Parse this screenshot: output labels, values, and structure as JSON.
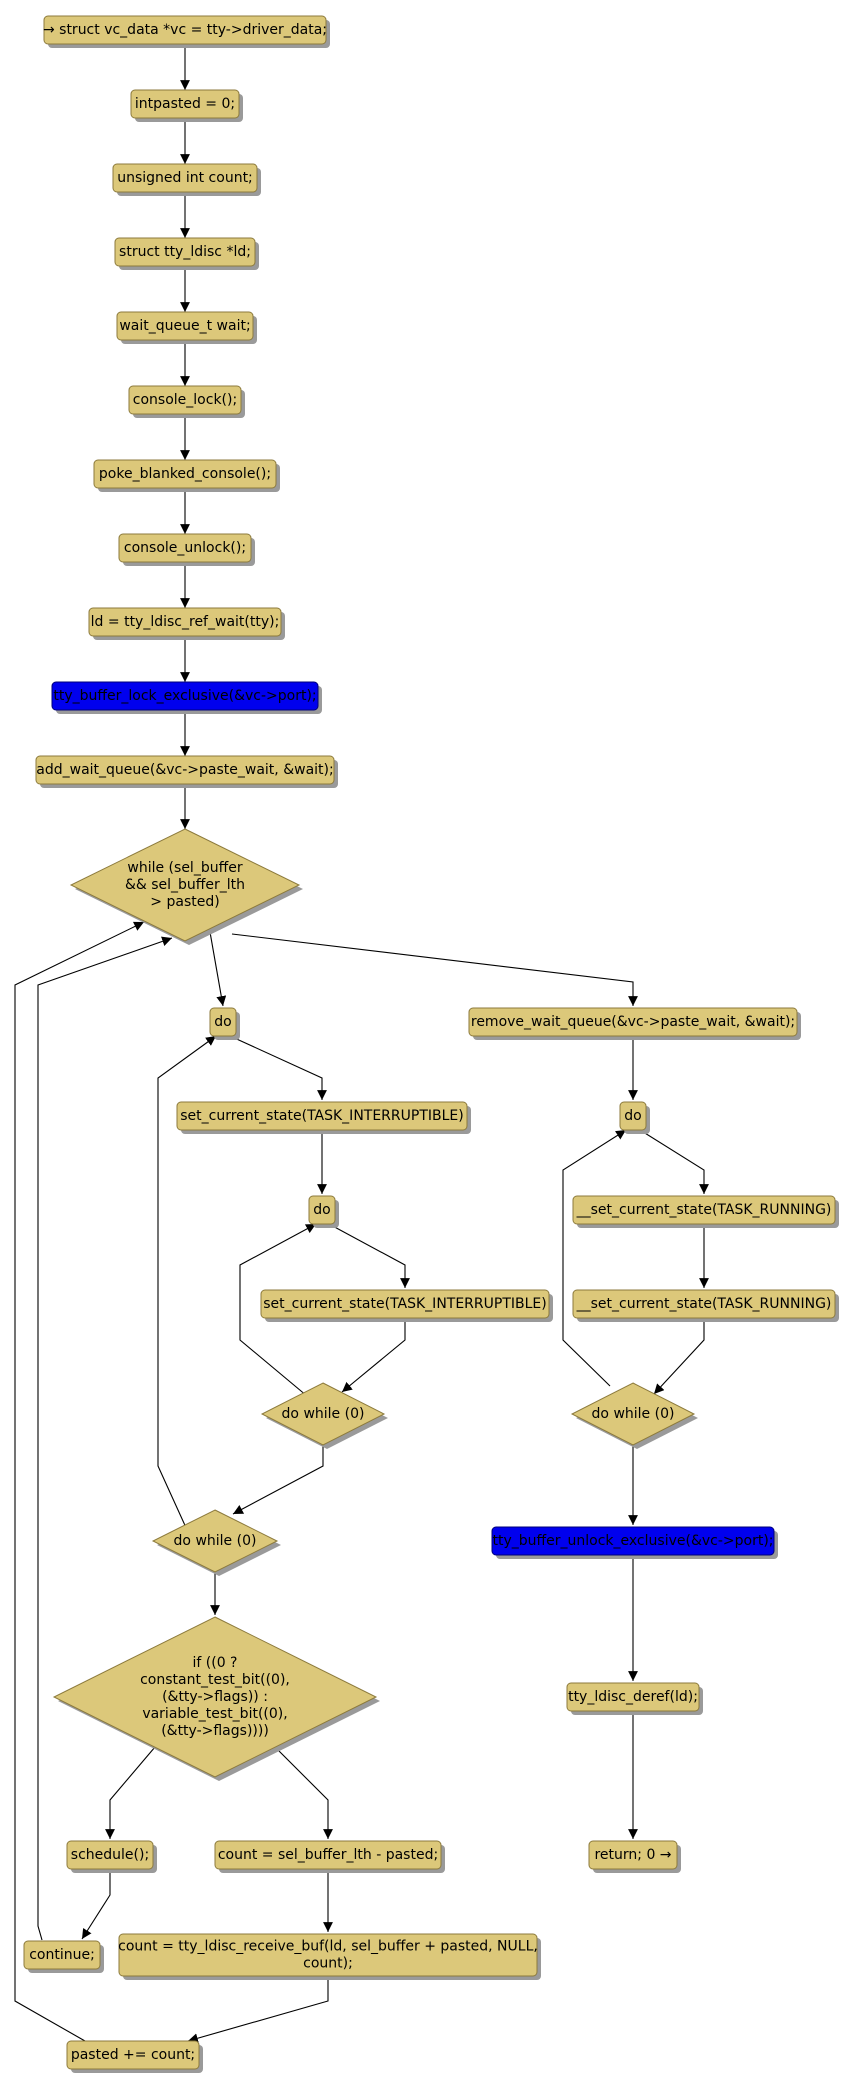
{
  "colors": {
    "node_fill": "#dcc87a",
    "node_stroke": "#8c7a3c",
    "highlight_fill": "#0000ee",
    "highlight_text": "#000000",
    "edge": "#000000",
    "shadow": "#9a9a9a"
  },
  "nodes": {
    "n1": {
      "label": "→ struct vc_data *vc = tty->driver_data;",
      "shape": "box"
    },
    "n2": {
      "label": "intpasted = 0;",
      "shape": "box"
    },
    "n3": {
      "label": "unsigned int count;",
      "shape": "box"
    },
    "n4": {
      "label": "struct  tty_ldisc *ld;",
      "shape": "box"
    },
    "n5": {
      "label": "wait_queue_t wait;",
      "shape": "box"
    },
    "n6": {
      "label": "console_lock();",
      "shape": "box"
    },
    "n7": {
      "label": "poke_blanked_console();",
      "shape": "box"
    },
    "n8": {
      "label": "console_unlock();",
      "shape": "box"
    },
    "n9": {
      "label": "ld = tty_ldisc_ref_wait(tty);",
      "shape": "box"
    },
    "n10": {
      "label": "tty_buffer_lock_exclusive(&vc->port);",
      "shape": "box",
      "highlight": true
    },
    "n11": {
      "label": "add_wait_queue(&vc->paste_wait, &wait);",
      "shape": "box"
    },
    "n12": {
      "lines": [
        "while (sel_buffer",
        "&& sel_buffer_lth",
        "> pasted)"
      ],
      "shape": "diamond"
    },
    "n13": {
      "label": "do",
      "shape": "box"
    },
    "n14": {
      "label": "set_current_state(TASK_INTERRUPTIBLE)",
      "shape": "box"
    },
    "n15": {
      "label": "do",
      "shape": "box"
    },
    "n16": {
      "label": "set_current_state(TASK_INTERRUPTIBLE)",
      "shape": "box"
    },
    "n17": {
      "lines": [
        "do while (0)"
      ],
      "shape": "diamond"
    },
    "n18": {
      "lines": [
        "do while (0)"
      ],
      "shape": "diamond"
    },
    "n19": {
      "lines": [
        "if ((0 ?",
        "constant_test_bit((0),",
        "(&tty->flags)) :",
        "variable_test_bit((0),",
        "(&tty->flags))))"
      ],
      "shape": "diamond"
    },
    "n20": {
      "label": "schedule();",
      "shape": "box"
    },
    "n21": {
      "label": "count = sel_buffer_lth - pasted;",
      "shape": "box"
    },
    "n22": {
      "label": "continue;",
      "shape": "box"
    },
    "n23": {
      "lines": [
        "count = tty_ldisc_receive_buf(ld, sel_buffer + pasted, NULL,",
        "count);"
      ],
      "shape": "box"
    },
    "n24": {
      "label": "pasted += count;",
      "shape": "box"
    },
    "r1": {
      "label": "remove_wait_queue(&vc->paste_wait, &wait);",
      "shape": "box"
    },
    "r2": {
      "label": "do",
      "shape": "box"
    },
    "r3": {
      "label": "__set_current_state(TASK_RUNNING)",
      "shape": "box"
    },
    "r4": {
      "label": "__set_current_state(TASK_RUNNING)",
      "shape": "box"
    },
    "r5": {
      "lines": [
        "do while (0)"
      ],
      "shape": "diamond"
    },
    "r6": {
      "label": "tty_buffer_unlock_exclusive(&vc->port);",
      "shape": "box",
      "highlight": true
    },
    "r7": {
      "label": "tty_ldisc_deref(ld);",
      "shape": "box"
    },
    "r8": {
      "label": "return; 0 →",
      "shape": "box"
    }
  },
  "edges": [
    [
      "n1",
      "n2"
    ],
    [
      "n2",
      "n3"
    ],
    [
      "n3",
      "n4"
    ],
    [
      "n4",
      "n5"
    ],
    [
      "n5",
      "n6"
    ],
    [
      "n6",
      "n7"
    ],
    [
      "n7",
      "n8"
    ],
    [
      "n8",
      "n9"
    ],
    [
      "n9",
      "n10"
    ],
    [
      "n10",
      "n11"
    ],
    [
      "n11",
      "n12"
    ],
    [
      "n12",
      "n13"
    ],
    [
      "n12",
      "r1"
    ],
    [
      "n13",
      "n14"
    ],
    [
      "n14",
      "n15"
    ],
    [
      "n15",
      "n16"
    ],
    [
      "n16",
      "n17"
    ],
    [
      "n17",
      "n15"
    ],
    [
      "n17",
      "n18"
    ],
    [
      "n18",
      "n13"
    ],
    [
      "n18",
      "n19"
    ],
    [
      "n19",
      "n20"
    ],
    [
      "n19",
      "n21"
    ],
    [
      "n20",
      "n22"
    ],
    [
      "n22",
      "n12"
    ],
    [
      "n21",
      "n23"
    ],
    [
      "n23",
      "n24"
    ],
    [
      "n24",
      "n12"
    ],
    [
      "r1",
      "r2"
    ],
    [
      "r2",
      "r3"
    ],
    [
      "r3",
      "r4"
    ],
    [
      "r4",
      "r5"
    ],
    [
      "r5",
      "r2"
    ],
    [
      "r5",
      "r6"
    ],
    [
      "r6",
      "r7"
    ],
    [
      "r7",
      "r8"
    ]
  ]
}
